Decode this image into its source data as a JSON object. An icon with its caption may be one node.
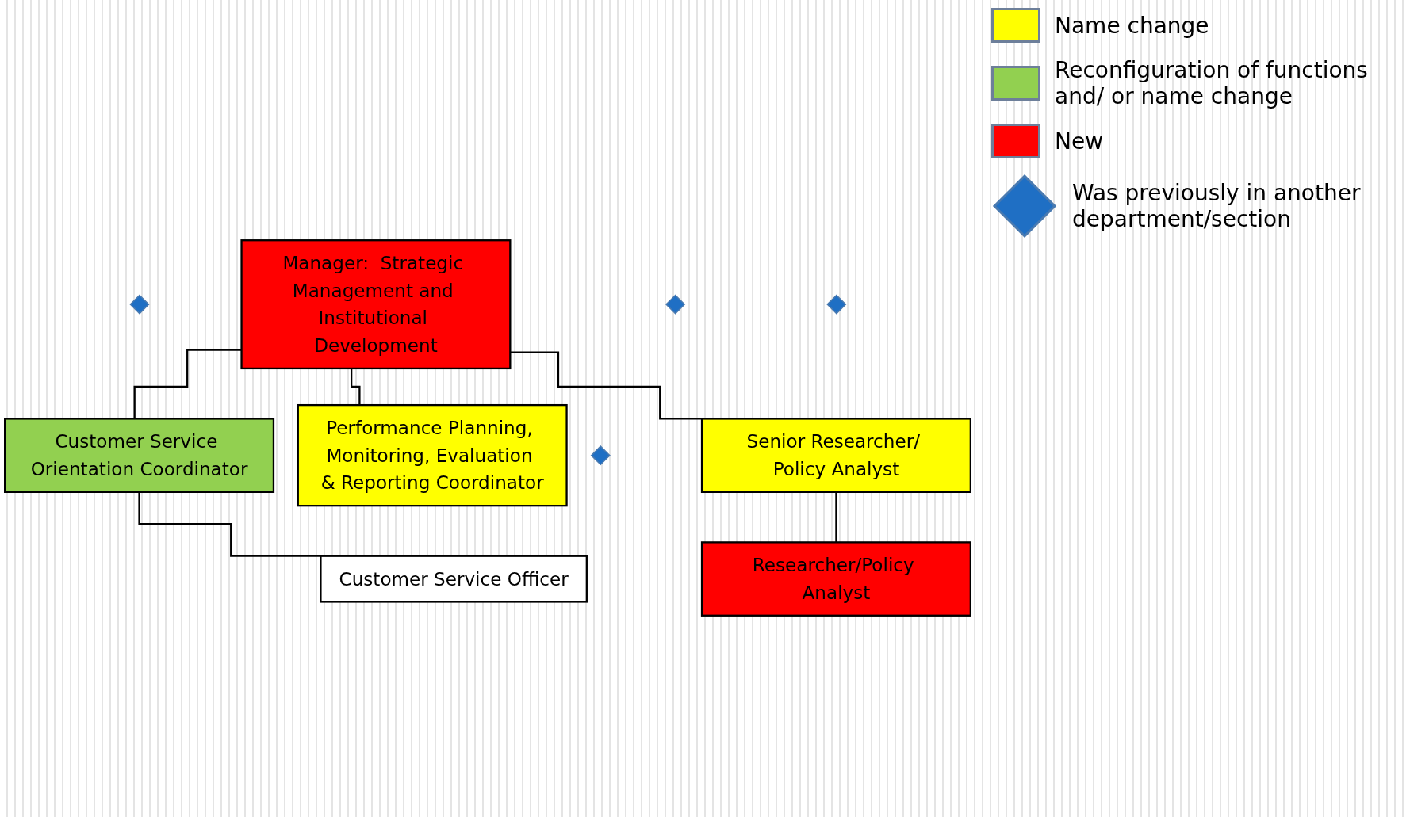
{
  "diagram": {
    "nodes": [
      {
        "text": [
          "Manager:  Strategic Management and Institutional Development"
        ]
      },
      {
        "text": [
          "Customer Service Orientation Coordinator"
        ]
      },
      {
        "text": [
          "Performance Planning, Monitoring, Evaluation & Reporting Coordinator"
        ]
      },
      {
        "text": [
          "Senior Researcher/ Policy Analyst"
        ]
      },
      {
        "text": [
          "Customer Service Officer"
        ]
      },
      {
        "text": [
          "Researcher/Policy Analyst"
        ]
      },
      {
        "text": [],
        "shape": "diamond"
      },
      {
        "text": [],
        "shape": "diamond"
      },
      {
        "text": [],
        "shape": "diamond"
      },
      {
        "text": [],
        "shape": "diamond"
      }
    ],
    "edges": [
      {
        "from": 0,
        "to": 1,
        "arrow": "none"
      },
      {
        "from": 0,
        "to": 2,
        "arrow": "none"
      },
      {
        "from": 0,
        "to": 3,
        "arrow": "none"
      },
      {
        "from": 1,
        "to": 4,
        "arrow": "none"
      },
      {
        "from": 3,
        "to": 5,
        "arrow": "none"
      }
    ],
    "legend": [
      {
        "text": "Name change",
        "color": "#ffff00"
      },
      {
        "text": "Reconfiguration of functions and/ or name change",
        "color": "#92d050"
      },
      {
        "text": "New",
        "color": "#ff0000"
      },
      {
        "text": "Was previously in another department/section"
      }
    ]
  }
}
